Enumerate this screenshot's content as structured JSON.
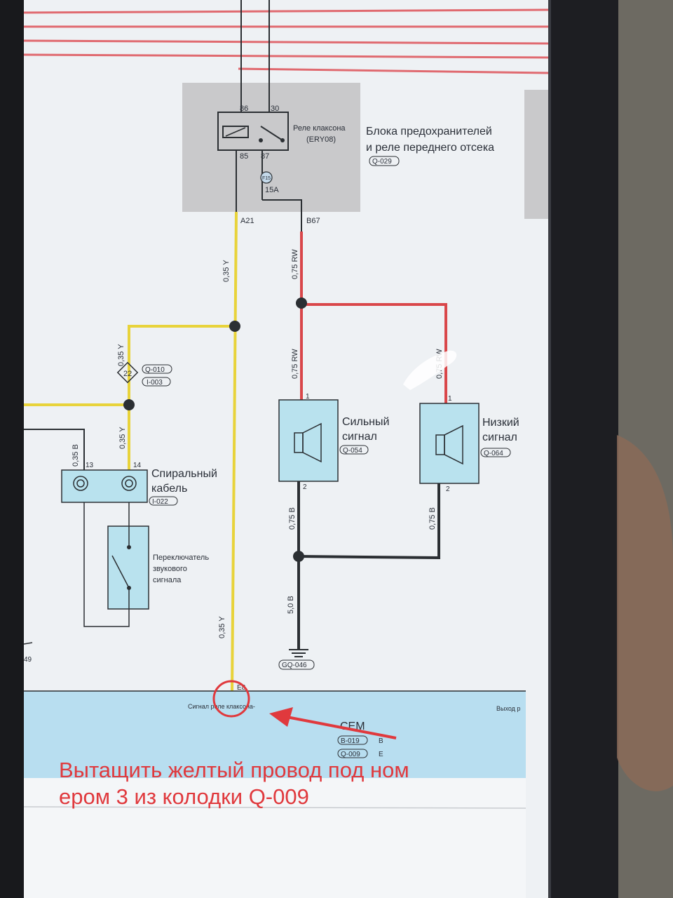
{
  "relay": {
    "name": "Реле клаксона",
    "code": "(ERY08)",
    "pin86": "86",
    "pin30": "30",
    "pin85": "85",
    "pin87": "87",
    "fuse_id": "F15",
    "fuse_rating": "15A"
  },
  "fuse_box": {
    "title_line1": "Блока предохранителей",
    "title_line2": "и реле переднего отсека",
    "ref": "Q-029",
    "pin_a21": "A21",
    "pin_b67": "B67"
  },
  "wires": {
    "w1": "0,35 Y",
    "w2": "0,75 RW",
    "w3": "0,35 Y",
    "w4": "0,75 RW",
    "w5": "0,75 RW",
    "w6": "0,35 Y",
    "w7": "0,35 B",
    "w8": "0,75 B",
    "w9": "0,75 B",
    "w10": "5,0 B",
    "w11": "0,35 Y"
  },
  "connector": {
    "num": "22",
    "ref1": "Q-010",
    "ref2": "I-003"
  },
  "horn_high": {
    "label1": "Сильный",
    "label2": "сигнал",
    "ref": "Q-054",
    "pin1": "1",
    "pin2": "2"
  },
  "horn_low": {
    "label1": "Низкий",
    "label2": "сигнал",
    "ref": "Q-064",
    "pin1": "1",
    "pin2": "2"
  },
  "spiral": {
    "label1": "Спиральный",
    "label2": "кабель",
    "ref": "I-022",
    "pin13": "13",
    "pin14": "14"
  },
  "switch": {
    "line1": "Переключатель",
    "line2": "звукового",
    "line3": "сигнала"
  },
  "ground": {
    "ref": "GQ-046"
  },
  "left_ref": "49",
  "cem": {
    "pin": "E8",
    "signal": "Сигнал реле клаксона-",
    "right_text": "Выход р",
    "name": "CEM",
    "ref1": "B-019",
    "suffix1": "B",
    "ref2": "Q-009",
    "suffix2": "E"
  },
  "annotation": {
    "line1": "Вытащить желтый провод под ном",
    "line2": "ером 3 из колодки Q-009"
  },
  "colors": {
    "yellow_wire": "#e8d33a",
    "red_wire": "#d9474a",
    "black_wire": "#2b2f33",
    "component_fill": "#b9e2ee",
    "annotation_red": "#e0393d",
    "cem_band": "#b8def0"
  }
}
